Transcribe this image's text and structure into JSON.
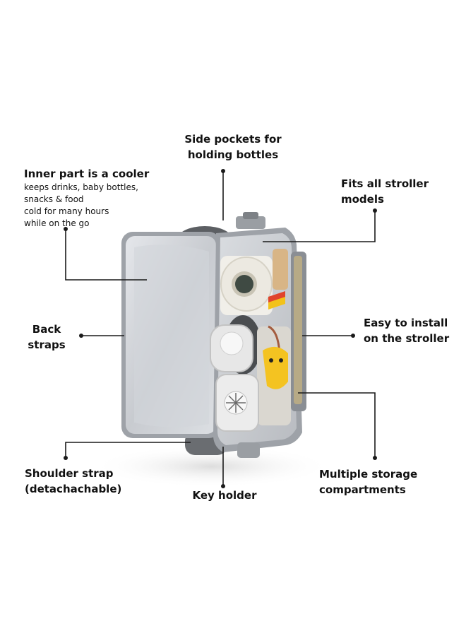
{
  "callouts": {
    "side_pockets": {
      "line1": "Side pockets for",
      "line2": "holding bottles"
    },
    "inner_cooler": {
      "title": "Inner part is a cooler",
      "desc": [
        "keeps drinks, baby bottles,",
        "snacks & food",
        "cold for many hours",
        "while on the go"
      ]
    },
    "fits_stroller": {
      "line1": "Fits all stroller",
      "line2": "models"
    },
    "back_straps": {
      "line1": "Back",
      "line2": "straps"
    },
    "easy_install": {
      "line1": "Easy to install",
      "line2": "on the stroller"
    },
    "shoulder_strap": {
      "line1": "Shoulder strap",
      "line2": "(detachachable)"
    },
    "key_holder": {
      "line1": "Key holder"
    },
    "storage": {
      "line1": "Multiple storage",
      "line2": "compartments"
    }
  },
  "colors": {
    "text": "#111111",
    "leader_line": "#1a1a1a",
    "bag_silver": "#c9ccd1",
    "bag_lining": "#dde0e4",
    "bag_body_dark": "#5c5f63"
  }
}
